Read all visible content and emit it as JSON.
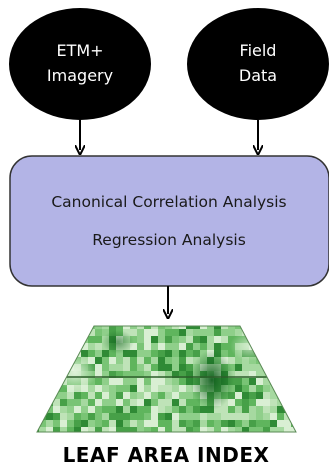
{
  "inputs": [
    {
      "line1": "ETM+",
      "line2": "Imagery"
    },
    {
      "line1": "Field",
      "line2": "Data"
    }
  ],
  "process": {
    "line1": "Canonical Correlation Analysis",
    "line2": "Regression Analysis"
  },
  "output": {
    "label": "LEAF AREA INDEX"
  },
  "colors": {
    "oval_fill": "#000000",
    "oval_text": "#ffffff",
    "process_fill": "#b3b4e6",
    "process_border": "#333333",
    "arrow": "#000000",
    "map_light": "#cfe8c8",
    "map_mid": "#7cc47a",
    "map_dark": "#1f7a2a"
  }
}
